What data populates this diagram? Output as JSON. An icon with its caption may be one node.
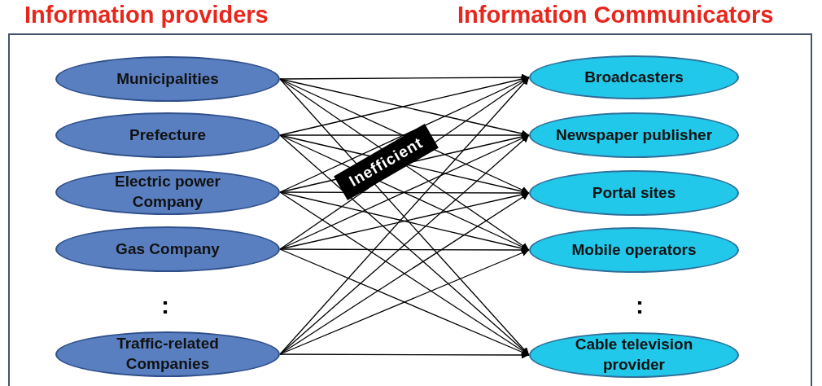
{
  "diagram": {
    "nodes": [
      {
        "text": [
          "Municipalities"
        ]
      },
      {
        "text": [
          "Prefecture"
        ]
      },
      {
        "text": [
          "Electric power Company"
        ]
      },
      {
        "text": [
          "Gas Company"
        ]
      },
      {
        "text": [
          "Traffic-related Companies"
        ]
      },
      {
        "text": [
          "Broadcasters"
        ]
      },
      {
        "text": [
          "Newspaper publisher"
        ]
      },
      {
        "text": [
          "Portal sites"
        ]
      },
      {
        "text": [
          "Mobile operators"
        ]
      },
      {
        "text": [
          "Cable television provider"
        ]
      }
    ],
    "edges": [
      {
        "from": 0,
        "to": 5,
        "arrow": "to"
      },
      {
        "from": 0,
        "to": 6,
        "arrow": "to"
      },
      {
        "from": 0,
        "to": 7,
        "arrow": "to"
      },
      {
        "from": 0,
        "to": 8,
        "arrow": "to"
      },
      {
        "from": 0,
        "to": 9,
        "arrow": "to"
      },
      {
        "from": 1,
        "to": 5,
        "arrow": "to"
      },
      {
        "from": 1,
        "to": 6,
        "arrow": "to"
      },
      {
        "from": 1,
        "to": 7,
        "arrow": "to"
      },
      {
        "from": 1,
        "to": 8,
        "arrow": "to"
      },
      {
        "from": 1,
        "to": 9,
        "arrow": "to"
      },
      {
        "from": 2,
        "to": 5,
        "arrow": "to"
      },
      {
        "from": 2,
        "to": 6,
        "arrow": "to"
      },
      {
        "from": 2,
        "to": 7,
        "arrow": "to"
      },
      {
        "from": 2,
        "to": 8,
        "arrow": "to"
      },
      {
        "from": 2,
        "to": 9,
        "arrow": "to"
      },
      {
        "from": 3,
        "to": 5,
        "arrow": "to"
      },
      {
        "from": 3,
        "to": 6,
        "arrow": "to"
      },
      {
        "from": 3,
        "to": 7,
        "arrow": "to"
      },
      {
        "from": 3,
        "to": 8,
        "arrow": "to"
      },
      {
        "from": 3,
        "to": 9,
        "arrow": "to"
      },
      {
        "from": 4,
        "to": 5,
        "arrow": "to"
      },
      {
        "from": 4,
        "to": 6,
        "arrow": "to"
      },
      {
        "from": 4,
        "to": 7,
        "arrow": "to"
      },
      {
        "from": 4,
        "to": 8,
        "arrow": "to"
      },
      {
        "from": 4,
        "to": 9,
        "arrow": "to"
      }
    ],
    "labels": [
      "Information providers",
      "Information Communicators",
      "Inefficient",
      ":",
      ":"
    ]
  }
}
